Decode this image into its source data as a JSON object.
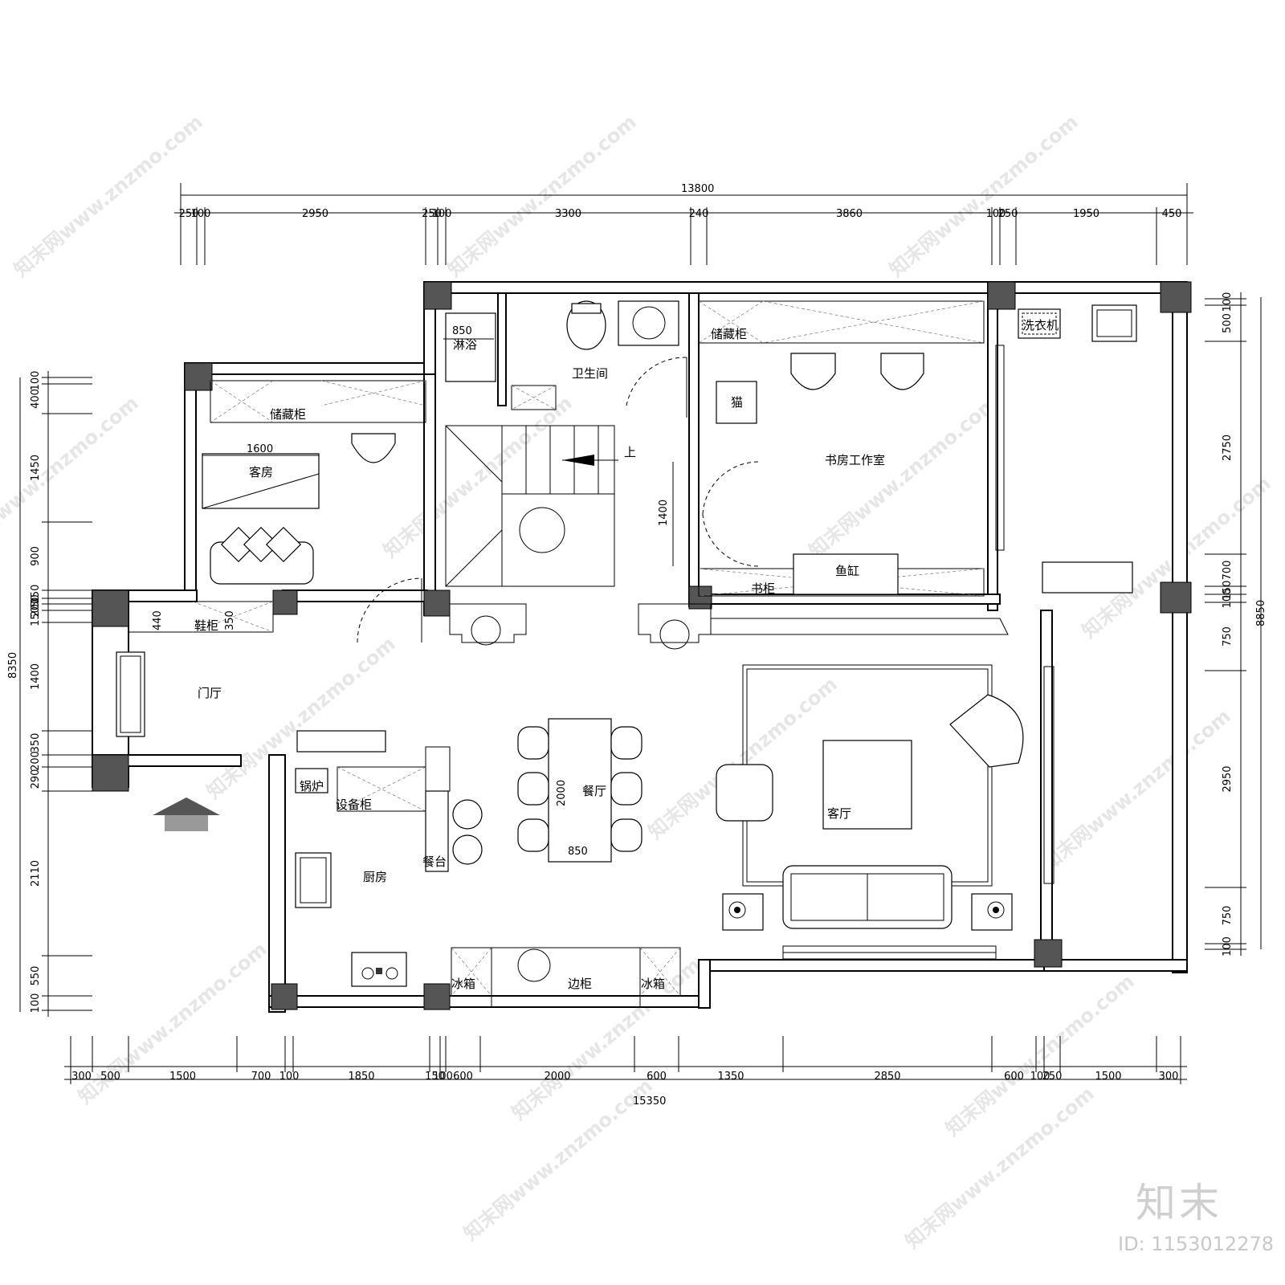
{
  "rooms": {
    "shower": "淋浴",
    "bathroom": "卫生间",
    "storage_cabinet_left": "储藏柜",
    "storage_cabinet_study": "储藏柜",
    "guest_room": "客房",
    "cat": "猫",
    "study_studio": "书房工作室",
    "washing_machine": "洗衣机",
    "up": "上",
    "fish_tank": "鱼缸",
    "bookcase": "书柜",
    "shoe_cabinet": "鞋柜",
    "foyer": "门厅",
    "boiler": "锅炉",
    "equipment_cabinet": "设备柜",
    "dining_room": "餐厅",
    "living_room": "客厅",
    "kitchen": "厨房",
    "dining_counter": "餐台",
    "fridge_left": "冰箱",
    "sideboard": "边柜",
    "fridge_right": "冰箱"
  },
  "inner_dims": {
    "shower_w": "850",
    "guest_bed": "1600",
    "stair_len": "1400",
    "shoe_440": "440",
    "shoe_350": "350",
    "table_len": "2000",
    "table_w": "850"
  },
  "top_total": "13800",
  "top_dims": [
    "250",
    "100",
    "2950",
    "250",
    "100",
    "3300",
    "240",
    "3860",
    "100",
    "250",
    "1950",
    "450"
  ],
  "bottom_total": "15350",
  "bottom_dims": [
    "300",
    "500",
    "1500",
    "700",
    "100",
    "1850",
    "150",
    "100",
    "600",
    "2000",
    "600",
    "1350",
    "2850",
    "600",
    "100",
    "250",
    "1500",
    "300"
  ],
  "left_total": "8350",
  "left_dims": [
    "100",
    "400",
    "1450",
    "900",
    "150",
    "50",
    "200",
    "150",
    "1400",
    "350",
    "200",
    "290",
    "2110",
    "550",
    "100"
  ],
  "right_total": "8850",
  "right_dims": [
    "100",
    "500",
    "2750",
    "700",
    "150",
    "100",
    "750",
    "2950",
    "750",
    "100"
  ],
  "watermark": "知末网www.znzmo.com",
  "brand": "知末",
  "id_label": "ID: 1153012278"
}
